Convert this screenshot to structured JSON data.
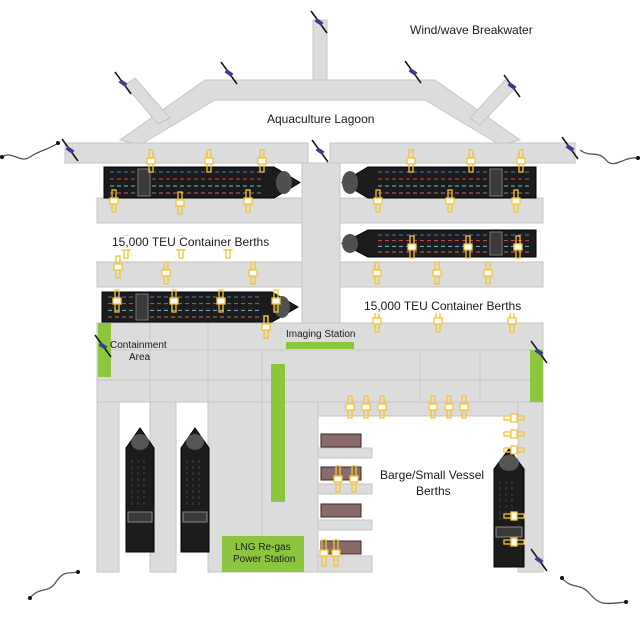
{
  "labels": {
    "breakwater": "Wind/wave Breakwater",
    "lagoon": "Aquaculture Lagoon",
    "berths_left": "15,000 TEU Container Berths",
    "berths_right": "15,000 TEU Container Berths",
    "imaging": "Imaging Station",
    "containment_1": "Containment",
    "containment_2": "Area",
    "barge_1": "Barge/Small Vessel",
    "barge_2": "Berths",
    "lng_1": "LNG Re-gas",
    "lng_2": "Power Station"
  },
  "colors": {
    "pier": "#dcdcdc",
    "pier_edge": "#c4c4c4",
    "green": "#8cc63f",
    "ship": "#1c1c1c",
    "crane": "#f4c430",
    "barge": "#8a6b6b"
  },
  "icons": [
    "wind-turbine-icon",
    "wave-generator-icon",
    "gantry-crane-icon",
    "container-ship-icon",
    "barge-icon"
  ]
}
